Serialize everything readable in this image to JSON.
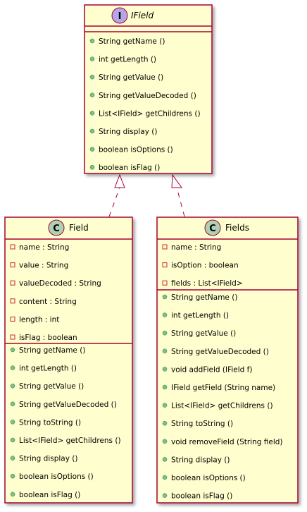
{
  "interface": {
    "stereotype_letter": "I",
    "name": "IField",
    "methods": [
      "String getName ()",
      "int getLength ()",
      "String getValue ()",
      "String getValueDecoded ()",
      "List<IField> getChildrens ()",
      "String display ()",
      "boolean isOptions ()",
      "boolean isFlag ()"
    ]
  },
  "classes": [
    {
      "stereotype_letter": "C",
      "name": "Field",
      "fields": [
        "name : String",
        "value : String",
        "valueDecoded : String",
        "content : String",
        "length : int",
        "isFlag : boolean"
      ],
      "methods": [
        "String getName ()",
        "int getLength ()",
        "String getValue ()",
        "String getValueDecoded ()",
        "String toString ()",
        "List<IField> getChildrens ()",
        "String display ()",
        "boolean isOptions ()",
        "boolean isFlag ()"
      ]
    },
    {
      "stereotype_letter": "C",
      "name": "Fields",
      "fields": [
        "name : String",
        "isOption : boolean",
        "fields : List<IField>"
      ],
      "methods": [
        "String getName ()",
        "int getLength ()",
        "String getValue ()",
        "String getValueDecoded ()",
        "void addField (IField f)",
        "IField getField (String name)",
        "List<IField> getChildrens ()",
        "String toString ()",
        "void removeField (String field)",
        "String display ()",
        "boolean isOptions ()",
        "boolean isFlag ()"
      ]
    }
  ],
  "relations": [
    {
      "from": "Field",
      "to": "IField",
      "type": "realization"
    },
    {
      "from": "Fields",
      "to": "IField",
      "type": "realization"
    }
  ],
  "colors": {
    "box_fill": "#FEFECE",
    "box_border": "#A80036",
    "interface_badge": "#B4A7E5",
    "class_badge": "#ADD1B2",
    "private_marker": "#C82930",
    "public_marker": "#84BE84",
    "public_marker_fill": "#84BE84"
  }
}
